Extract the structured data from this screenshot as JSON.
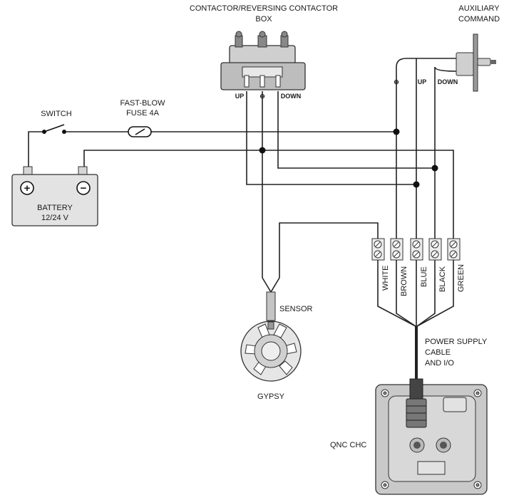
{
  "contactor": {
    "title_line1": "CONTACTOR/REVERSING CONTACTOR",
    "title_line2": "BOX",
    "up": "UP",
    "down": "DOWN",
    "minus": "⊖"
  },
  "auxiliary": {
    "line1": "AUXILIARY",
    "line2": "COMMAND",
    "plus": "⊕",
    "up": "UP",
    "down": "DOWN"
  },
  "switch_label": "SWITCH",
  "fuse": {
    "line1": "FAST-BLOW",
    "line2": "FUSE 4A"
  },
  "battery": {
    "line1": "BATTERY",
    "line2": "12/24 V",
    "plus": "+",
    "minus": "−"
  },
  "terminals": [
    "WHITE",
    "BROWN",
    "BLUE",
    "BLACK",
    "GREEN"
  ],
  "sensor_label": "SENSOR",
  "gypsy_label": "GYPSY",
  "cable": {
    "line1": "POWER SUPPLY",
    "line2": "CABLE",
    "line3": "AND I/O"
  },
  "controller_label": "QNC CHC"
}
